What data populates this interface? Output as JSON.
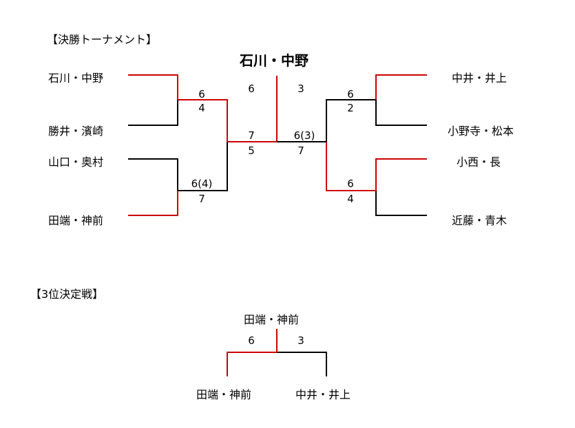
{
  "main": {
    "title": "【決勝トーナメント】",
    "champion": "石川・中野",
    "left_teams": [
      "石川・中野",
      "勝井・濱崎",
      "山口・奥村",
      "田端・神前"
    ],
    "right_teams": [
      "中井・井上",
      "小野寺・松本",
      "小西・長",
      "近藤・青木"
    ],
    "scores": {
      "sf_left_top": [
        "6",
        "4"
      ],
      "sf_left_bottom": [
        "6(4)",
        "7"
      ],
      "sf_right_top": [
        "6",
        "2"
      ],
      "sf_right_bottom": [
        "6",
        "4"
      ],
      "semi_left": [
        "7",
        "5"
      ],
      "semi_right": [
        "6(3)",
        "7"
      ],
      "final": [
        "6",
        "3"
      ]
    }
  },
  "third_place": {
    "title": "【3位決定戦】",
    "winner": "田端・神前",
    "score": [
      "6",
      "3"
    ],
    "team_left": "田端・神前",
    "team_right": "中井・井上"
  },
  "colors": {
    "win": "#cc0000",
    "lose": "#000000"
  }
}
